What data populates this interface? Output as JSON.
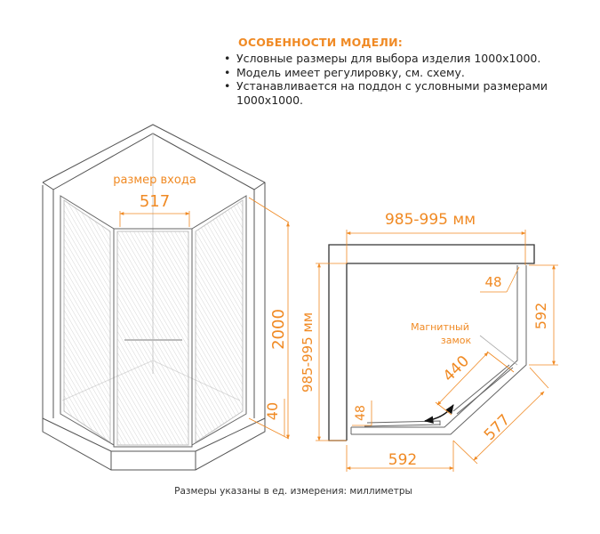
{
  "features": {
    "title": "ОСОБЕННОСТИ МОДЕЛИ:",
    "items": [
      "Условные размеры для выбора изделия 1000x1000.",
      "Модель имеет регулировку, см. схему.",
      "Устанавливается на поддон с условными размерами 1000x1000."
    ]
  },
  "perspective_view": {
    "entrance_label": "размер входа",
    "entrance_width": "517",
    "height": "2000",
    "tray_height": "40"
  },
  "plan_view": {
    "width": "985-995 мм",
    "depth": "985-995 мм",
    "profile_top": "48",
    "profile_left": "48",
    "side_right": "592",
    "side_bottom": "592",
    "diagonal": "577",
    "door": "440",
    "lock_label_line1": "Магнитный",
    "lock_label_line2": "замок"
  },
  "caption": "Размеры указаны в ед. измерения: миллиметры",
  "colors": {
    "accent": "#f08a24",
    "line": "#555555"
  }
}
